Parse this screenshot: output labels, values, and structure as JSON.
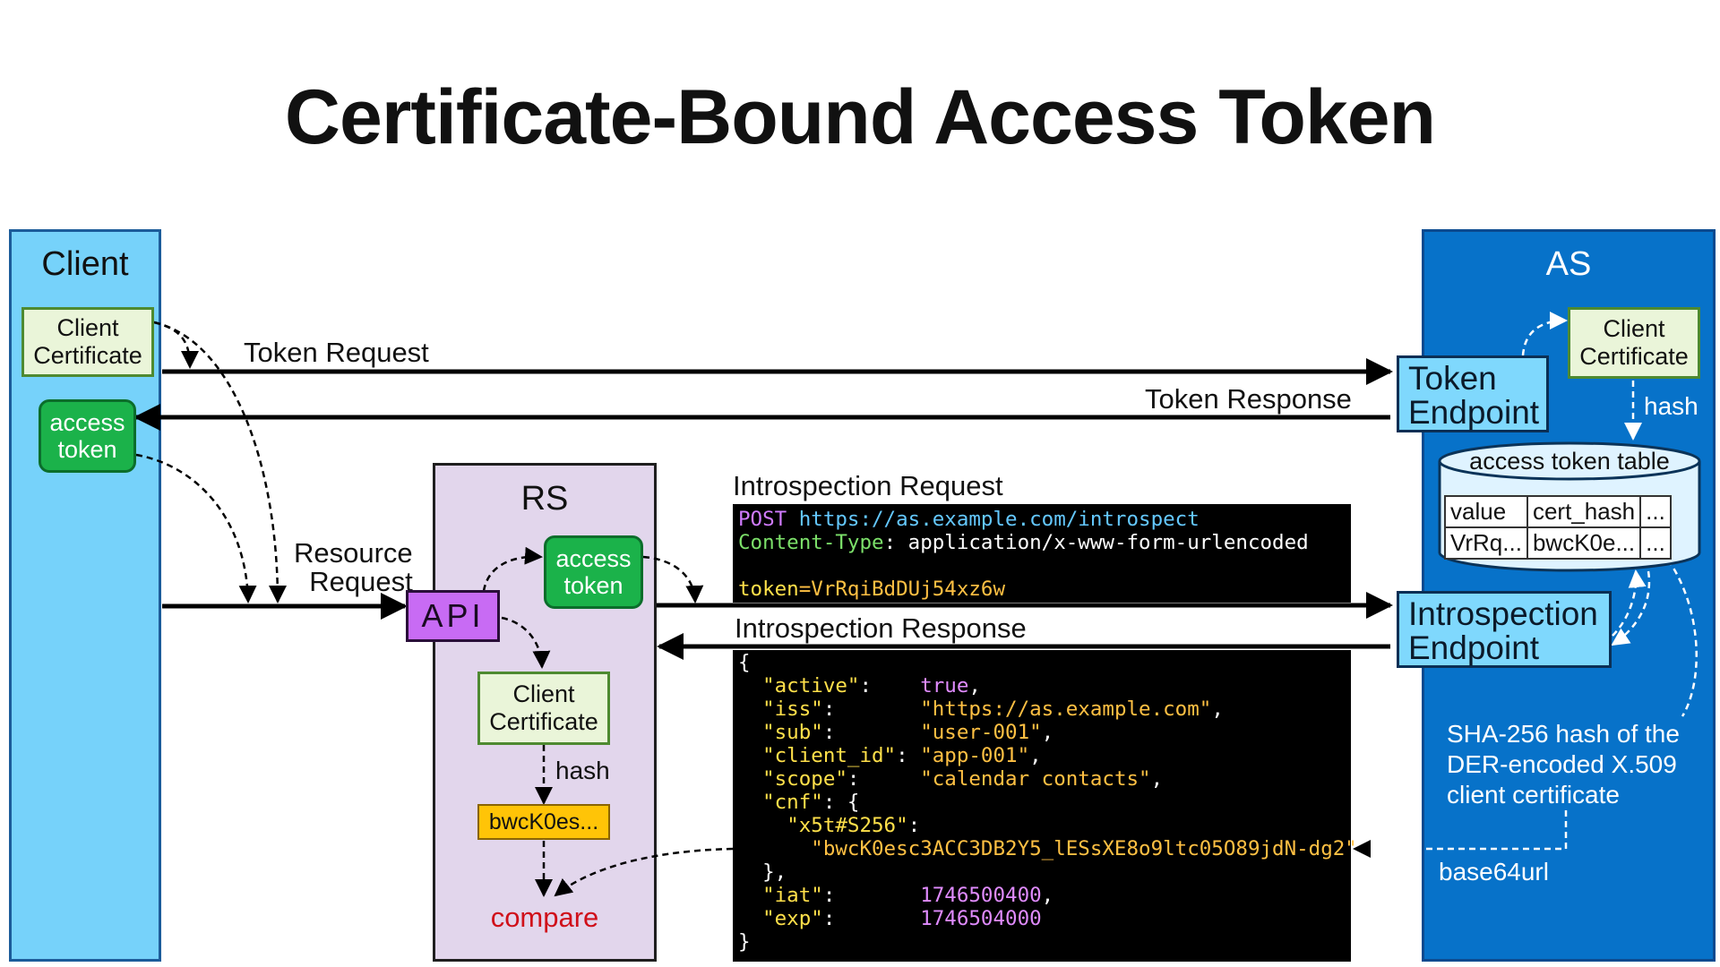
{
  "title": "Certificate-Bound Access Token",
  "client": {
    "heading": "Client",
    "certificate": "Client\nCertificate",
    "access_token": "access\ntoken"
  },
  "rs": {
    "heading": "RS",
    "api": "API",
    "access_token": "access\ntoken",
    "certificate": "Client\nCertificate",
    "hash_label": "hash",
    "hash_value": "bwcK0es...",
    "compare": "compare"
  },
  "as": {
    "heading": "AS",
    "certificate": "Client\nCertificate",
    "hash_label": "hash",
    "token_endpoint": "Token\nEndpoint",
    "introspection_endpoint": "Introspection\nEndpoint",
    "table_title": "access token table",
    "table_headers": [
      "value",
      "cert_hash",
      "..."
    ],
    "table_row": [
      "VrRq...",
      "bwcK0e...",
      "..."
    ],
    "note": "SHA-256 hash of the\nDER-encoded X.509\nclient certificate",
    "base64url": "base64url"
  },
  "flows": {
    "token_request": "Token Request",
    "token_response": "Token Response",
    "resource_request": "Resource\nRequest",
    "introspection_request": "Introspection Request",
    "introspection_response": "Introspection Response"
  },
  "introspection_request_code": {
    "method": "POST",
    "url": "https://as.example.com/introspect",
    "header_name": "Content-Type",
    "header_value": ": application/x-www-form-urlencoded",
    "param_name": "token",
    "param_value": "=VrRqiBdDUj54xz6w"
  },
  "introspection_response_code": {
    "open": "{",
    "active_key": "\"active\"",
    "active_sep": ":    ",
    "active_val": "true",
    "iss_key": "\"iss\"",
    "iss_sep": ":       ",
    "iss_val": "\"https://as.example.com\"",
    "sub_key": "\"sub\"",
    "sub_sep": ":       ",
    "sub_val": "\"user-001\"",
    "cid_key": "\"client_id\"",
    "cid_sep": ": ",
    "cid_val": "\"app-001\"",
    "scope_key": "\"scope\"",
    "scope_sep": ":     ",
    "scope_val": "\"calendar contacts\"",
    "cnf_key": "\"cnf\"",
    "cnf_sep": ": {",
    "x5t_key": "\"x5t#S256\"",
    "x5t_sep": ":",
    "x5t_val": "\"bwcK0esc3ACC3DB2Y5_lESsXE8o9ltc05O89jdN-dg2\"",
    "cnf_close": "},",
    "iat_key": "\"iat\"",
    "iat_sep": ":       ",
    "iat_val": "1746500400",
    "exp_key": "\"exp\"",
    "exp_sep": ":       ",
    "exp_val": "1746504000",
    "close": "}"
  },
  "colors": {
    "client_bg": "#76d2fa",
    "rs_bg": "#e2d6ec",
    "as_bg": "#0772c9",
    "certificate_bg": "#eaf5d9",
    "token_bg": "#1bb24a",
    "api_bg": "#c86bf4",
    "hash_bg": "#ffc407",
    "compare_text": "#d0101a"
  }
}
